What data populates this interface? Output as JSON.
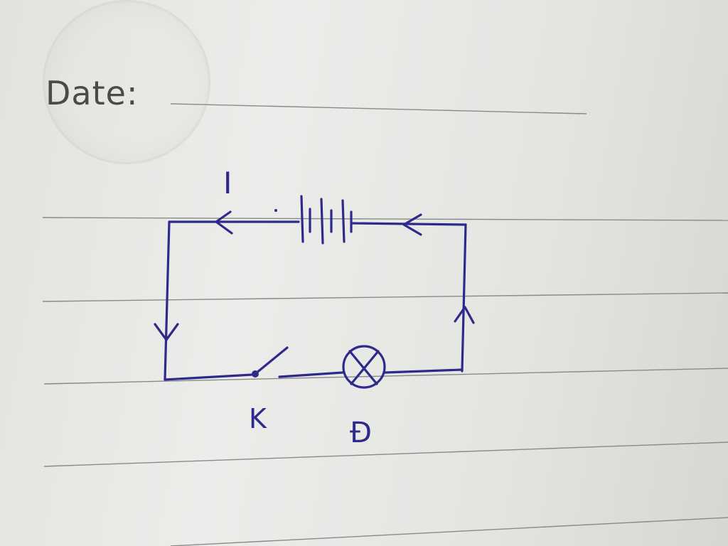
{
  "header": {
    "date_label": "Date:"
  },
  "diagram": {
    "current_label": "I",
    "switch_label": "K",
    "lamp_label": "Đ"
  },
  "colors": {
    "ink": "#2e2a8c",
    "rule": "#8a8a88",
    "print": "#4a4a4a"
  }
}
